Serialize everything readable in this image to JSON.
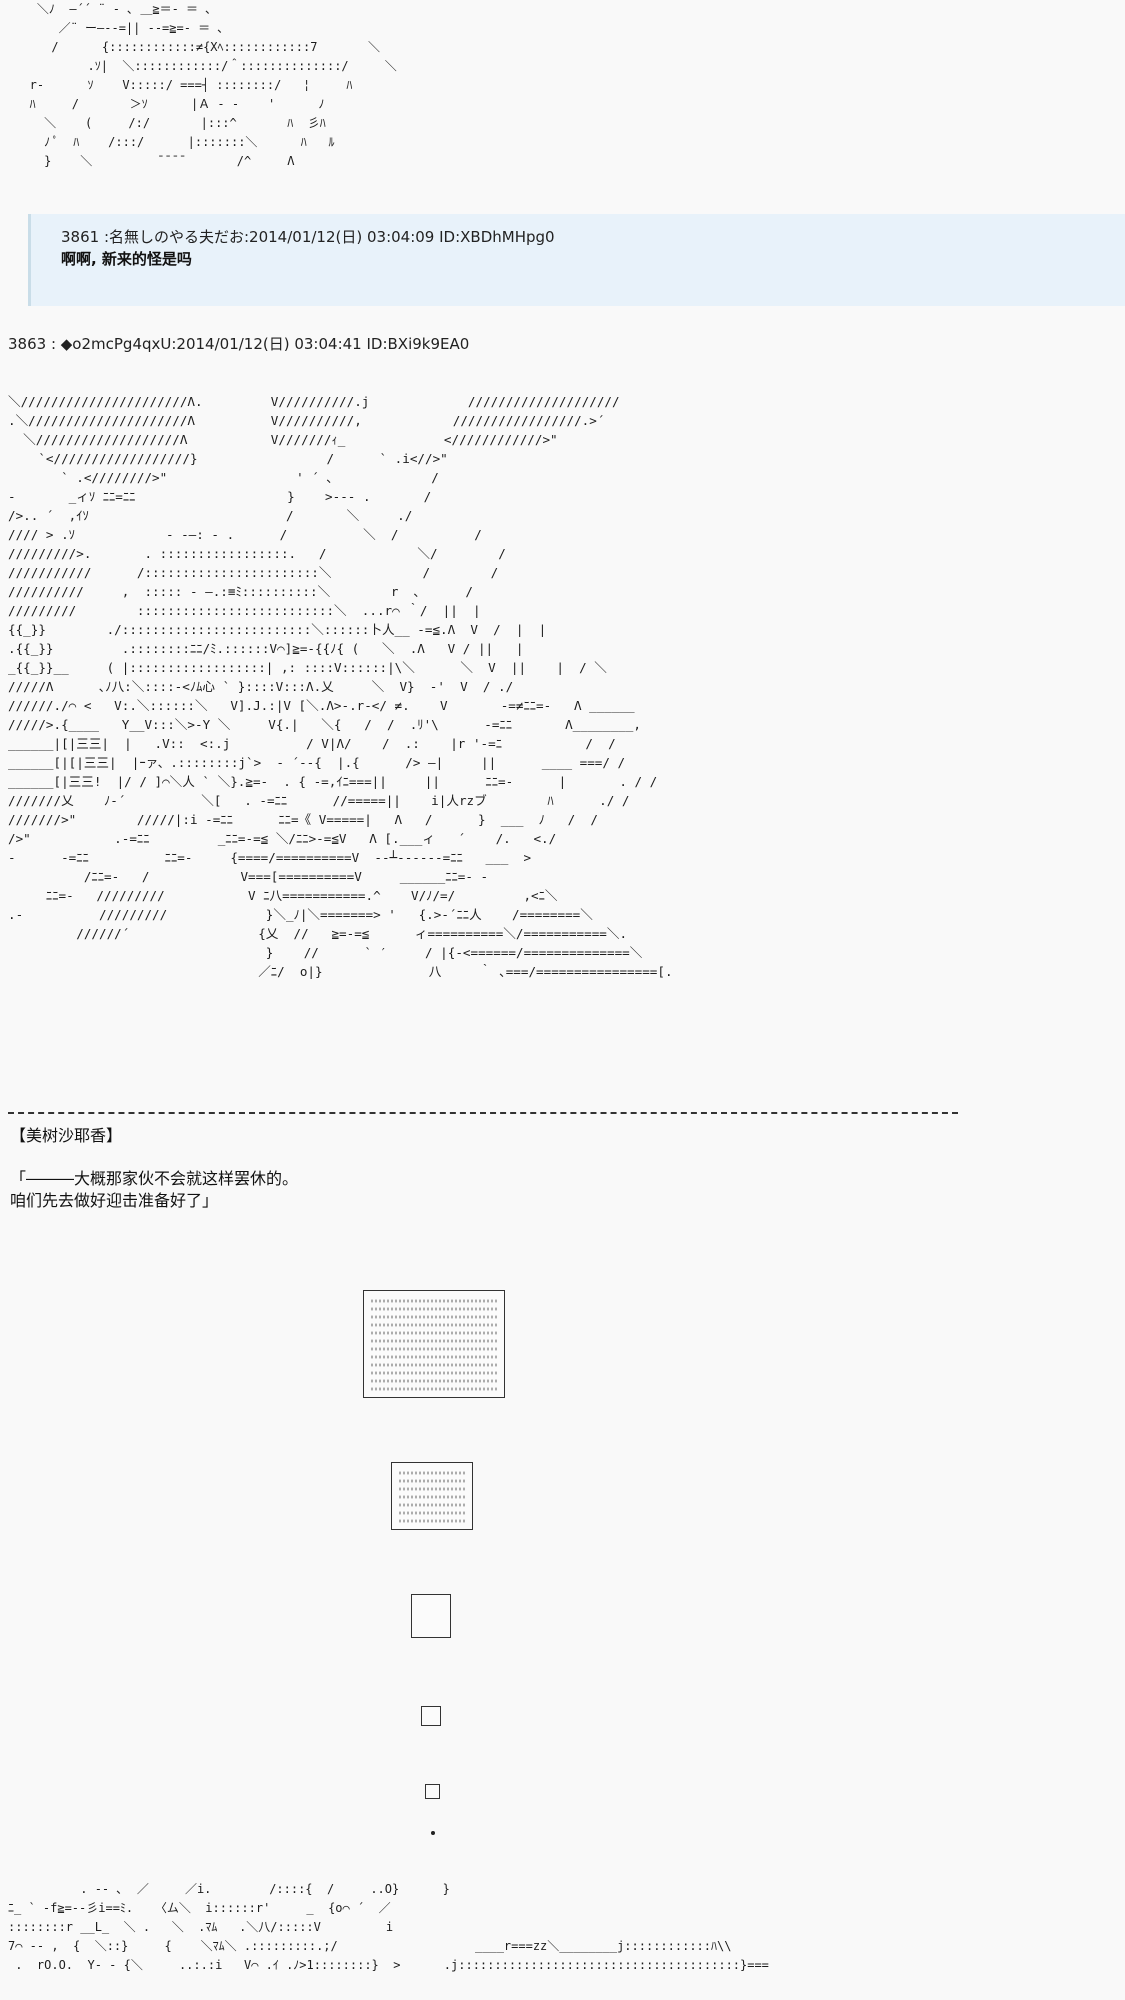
{
  "quoted_post": {
    "header": "3861 :名無しのやる夫だお:2014/01/12(日) 03:04:09 ID:XBDhMHpg0",
    "body": "啊啊, 新来的怪是吗"
  },
  "main_post": {
    "header": "3863 : ◆o2mcPg4qxU:2014/01/12(日) 03:04:41 ID:BXi9k9EA0"
  },
  "art_top": "    ＼ﾉ  ―´´ ¨ ‐ ､ ＿≧＝‐ ＝ ､\n       ／¨ ー―‐‐=|| ‐‐=≧=‐ ＝ ､\n      /      {::::::::::::≠{Xﾍ::::::::::::7       ＼\n           .ｿ|  ＼::::::::::::/＾::::::::::::::/     ＼\n   r‐      ｿ    V:::::/ ===┤ ::::::::/   ¦     ﾊ\n   ﾊ     /       ＞ｿ      |Ａ ‐ ‐    '      ﾉ\n     ＼    (     /:/       |:::^       ﾊ  彡ﾊ\n     ﾉ ﾟ  ﾊ    /:::/      |:::::::＼      ﾊ   ﾙ\n     }    ＼         ¯¯¯¯       /^     Λ",
  "art_main": "＼//////////////////////Λ.         V//////////.j             ////////////////////\n.＼/////////////////////Λ          V//////////,            /////////////////.>´\n  ＼///////////////////Λ           V///////ｨ_             <////////////>\"\n    `<//////////////////}                 /      ` .i<//>\"\n       ` .<////////>\"                 ' ´ ､             /\n-       _ィｿ ﾆﾆ=ﾆﾆ                    }    >‐‐‐ .       /\n/>.. ´  ,ｲｿ                          /       ＼     ./\n//// > .ｿ            - ‐―: - .      /          ＼  /          /\n/////////>.       . :::::::::::::::::.   /            ＼/        /\n///////////      /:::::::::::::::::::::::＼            /        /\n//////////     ,  ::::: ‐ ―.:≡ﾐ::::::::::＼        r  ､      /\n/////////        ::::::::::::::::::::::::::＼  ...r⌒ ｀/  ||  |\n{{_}}        ./:::::::::::::::::::::::::＼::::::卜人__ ‐=≦.Λ  V  /  |  |\n.{{_}}         .::::::::ﾆﾆ/ﾐ.::::::V⌒]≧=‐{{ﾉ{ (   ＼  .Λ   V / ||   |\n_{{_}}__     ( |::::::::::::::::::| ,: ::::V::::::|\\＼      ＼  V  ||    |  / ＼\n/////Λ      ､ﾉ八:＼::::‐<ﾉﾑ心 ` }::::V:::Λ.乂     ＼  V}  ‐'  V  / ./\n//////./⌒ <   V:.＼::::::＼   V].J.:|V [＼.Λ>‐.r‐</ ≠.    V       ‐=≠ﾆﾆ=‐   Λ ______\n/////>.{____   Y__V:::＼>‐Y ＼     V{.|   ＼{   /  /  .ﾘ'\\      ‐=ﾆﾆ       Λ________,\n______|[|三三|  |   .V::  <:.j          / V|Λ/    /  .:    |r '‐=ﾆ           /  /\n______[|[|三三|  |ｰァ、.::::::::j`>  ‐ ´‐‐{  |.{      /> ―|     ||      ____ ===/ /\n______[|三三!  |/ / ]⌒＼人 ` ＼}.≧=‐  . { ‐=,ｲﾆ===||     ||      ﾆﾆ=‐      |       . / /\n///////乂    ﾉ‐´          ＼[   . ‐=ﾆﾆ      //=====||    i|人rzブ        ﾊ      ./ /\n///////>\"        /////|:i ‐=ﾆﾆ      ﾆﾆ=《 V=====|   Λ   /      }  ___  ﾉ   /  /\n/>\"           .‐=ﾆﾆ         _ﾆﾆ=‐=≦ ＼/ﾆﾆ>‐=≦V   Λ [.___ィ   ´    /.   <./\n-      ‐=ﾆﾆ          ﾆﾆ=‐     {====/==========V  ‐‐┴‐‐‐‐‐‐=ﾆﾆ   ___  >\n          /ﾆﾆ=‐   /            V===[==========V     ______ﾆﾆ=‐ ‐\n     ﾆﾆ=‐   /////////           V ﾆ八===========.^    V/ﾉ/=/         ,<ﾆ＼\n.‐          /////////             }＼_ﾉ|＼=======> '   {.>‐´ﾆﾆ人    /========＼\n         //////´                 {乂  //   ≧=‐=≦      ィ==========＼/===========＼.\n                                  }    //      ` ′     / |{‐<======/==============＼\n                                 ／ﾆ/  o|}              八     ｀ ､===/================[.",
  "art_bottom": "          . ‐‐ ､  ／     ／i.        /::::{  /     ..O}      }\nﾆ_ ` ‐f≧=‐‐彡i==ﾐ.   〈ム＼  i::::::r'     _  {o⌒ ´  ／\n::::::::r __L_  ＼ .   ＼  .ﾏﾑ   .＼八/:::::V         i\n7⌒ ‐‐ ,  {  ＼::}     {    ＼ﾏﾑ＼ .:::::::::.;/                   ____r===zz＼________j::::::::::::ﾊ\\\\\n .  rO.O.  Y‐ ‐ {＼     ..:.:i   V⌒ .ｲ .ﾉ>1::::::::}  >      .j:::::::::::::::::::::::::::::::::::::::}===",
  "divider": "--------------------------------------------------------------------------------------------------------------------------------------------",
  "speaker": "【美树沙耶香】",
  "speech_line1": "「―――大概那家伙不会就这样罢休的。",
  "speech_line2": "咱们先去做好迎击准备好了」"
}
